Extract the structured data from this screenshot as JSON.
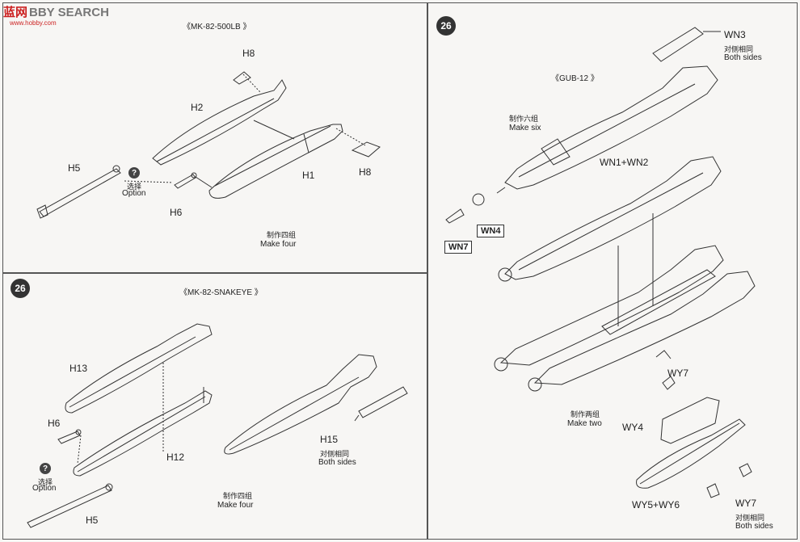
{
  "watermark": {
    "cn": "蓝网",
    "site": "BBY SEARCH",
    "url": "www.hobby.com"
  },
  "panel1": {
    "title": "《MK-82-500LB 》",
    "parts": {
      "h8a": "H8",
      "h2": "H2",
      "h1": "H1",
      "h8b": "H8",
      "h5": "H5",
      "h6": "H6"
    },
    "option_cn": "选择",
    "option_en": "Option",
    "make_cn": "制作四组",
    "make_en": "Make four"
  },
  "panel2": {
    "badge": "26",
    "title": "《MK-82-SNAKEYE 》",
    "parts": {
      "h13": "H13",
      "h6": "H6",
      "h12": "H12",
      "h5": "H5",
      "h15": "H15"
    },
    "option_cn": "选择",
    "option_en": "Option",
    "both_cn": "对侧相同",
    "both_en": "Both sides",
    "make_cn": "制作四组",
    "make_en": "Make four"
  },
  "panel3": {
    "badge": "26",
    "title": "《GUB-12 》",
    "parts": {
      "wn3": "WN3",
      "wn12": "WN1+WN2",
      "wn4": "WN4",
      "wn7": "WN7",
      "wy7a": "WY7",
      "wy4": "WY4",
      "wy56": "WY5+WY6",
      "wy7b": "WY7"
    },
    "both1_cn": "对侧相同",
    "both1_en": "Both sides",
    "six_cn": "制作六组",
    "six_en": "Make six",
    "two_cn": "制作两组",
    "two_en": "Make two",
    "both2_cn": "对侧相同",
    "both2_en": "Both sides"
  }
}
